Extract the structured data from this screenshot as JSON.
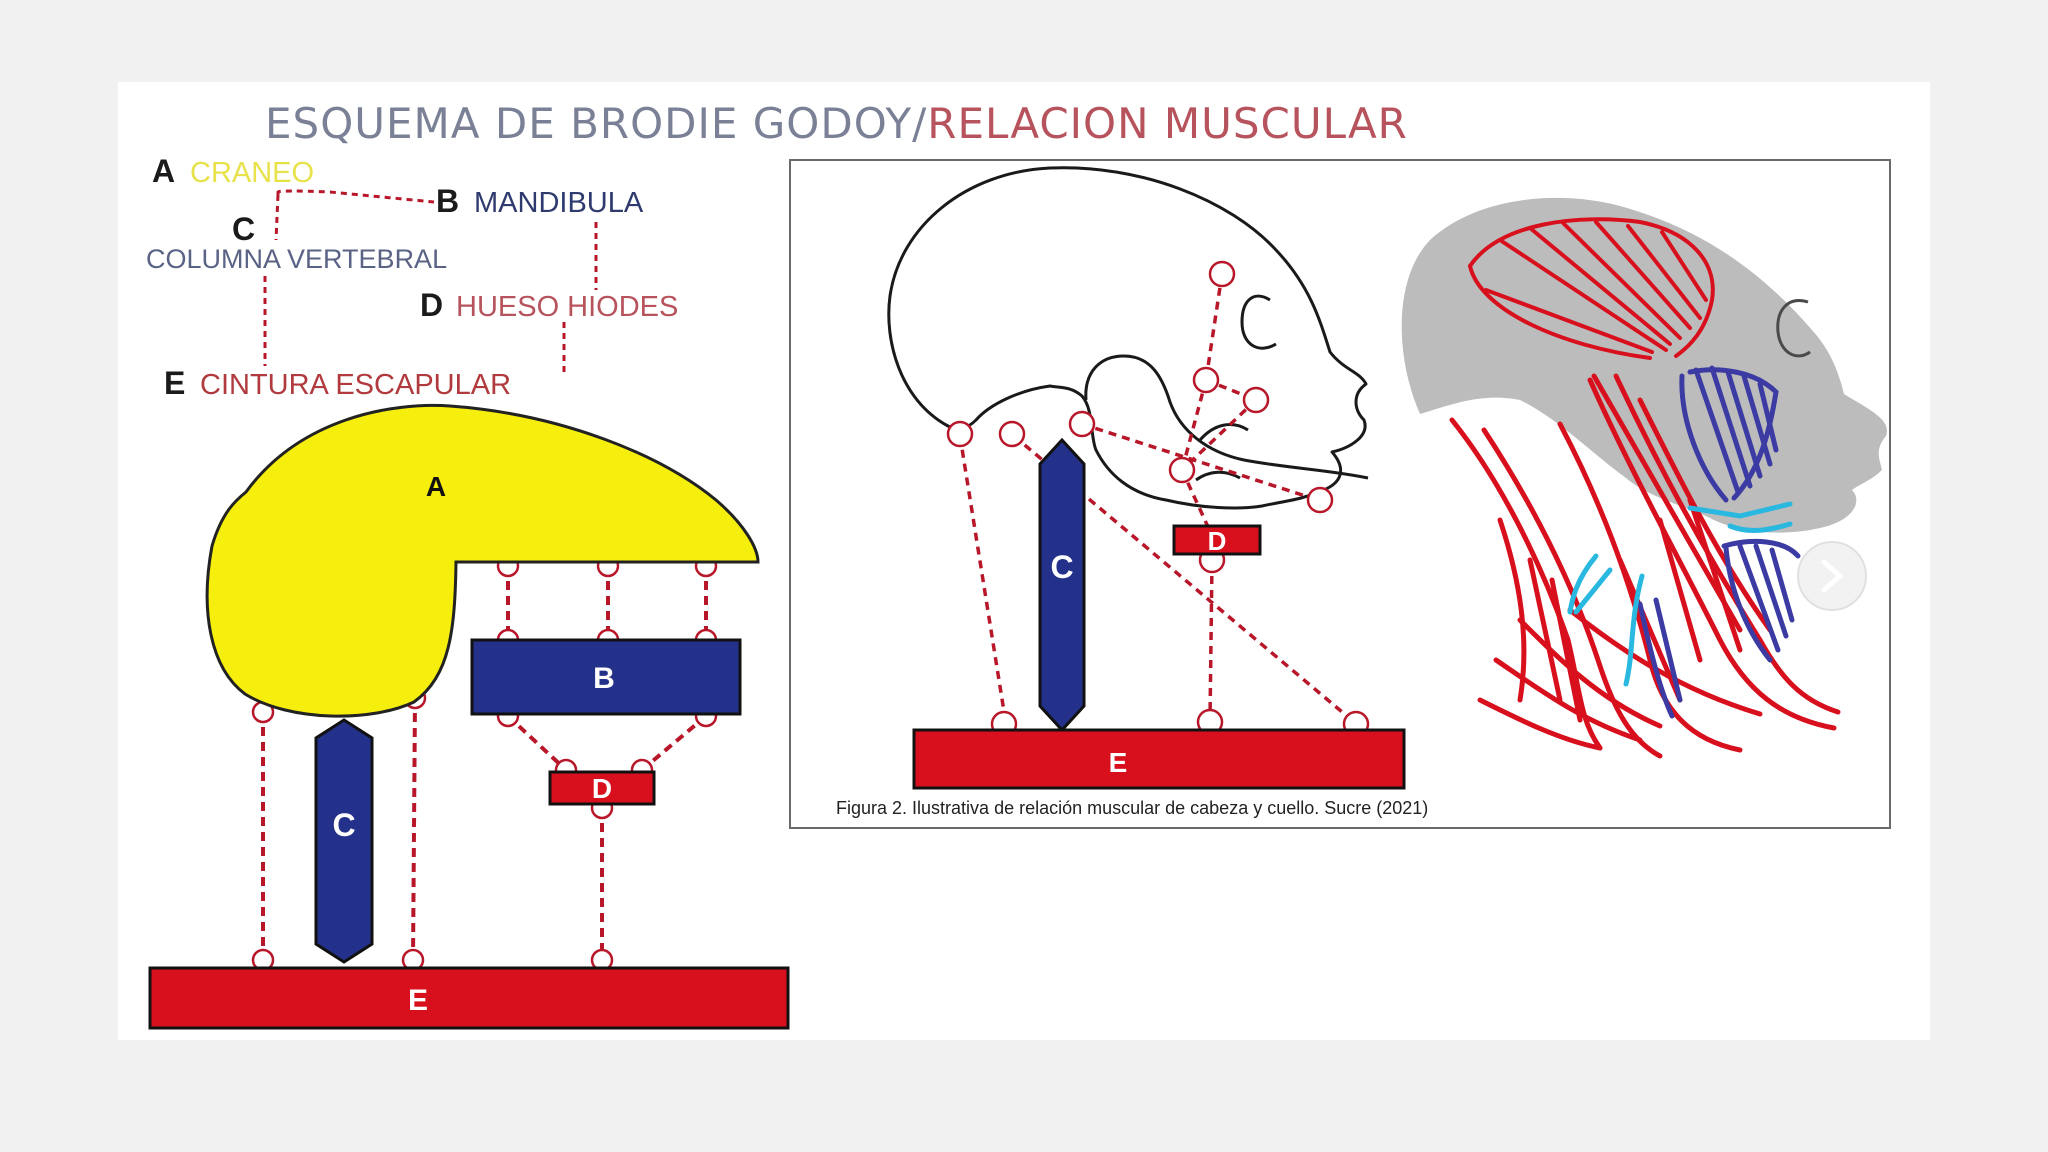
{
  "title": {
    "left": "ESQUEMA DE BRODIE GODOY/",
    "right": "RELACION MUSCULAR"
  },
  "legend": {
    "a": {
      "letter": "A",
      "name": "CRANEO"
    },
    "b": {
      "letter": "B",
      "name": "MANDIBULA"
    },
    "c": {
      "letter": "C",
      "name": "COLUMNA VERTEBRAL"
    },
    "d": {
      "letter": "D",
      "name": "HUESO HIODES"
    },
    "e": {
      "letter": "E",
      "name": "CINTURA ESCAPULAR"
    }
  },
  "schema": {
    "a": "A",
    "b": "B",
    "c": "C",
    "d": "D",
    "e": "E"
  },
  "figure": {
    "c": "C",
    "d": "D",
    "e": "E",
    "caption": "Figura 2. Ilustrativa de relación muscular de cabeza y cuello. Sucre (2021)"
  },
  "icons": {
    "next": "chevron-right-icon"
  },
  "colors": {
    "yellow": "#f6ee0c",
    "yellow_text": "#e8e24a",
    "blue": "#23318a",
    "red": "#d8101d",
    "dash": "#b8172a",
    "title_gray": "#7a8096",
    "title_red": "#b7535c",
    "skull_gray": "#b9b9b9",
    "muscle_blue": "#3c3aa3",
    "muscle_cyan": "#28b8e0"
  }
}
